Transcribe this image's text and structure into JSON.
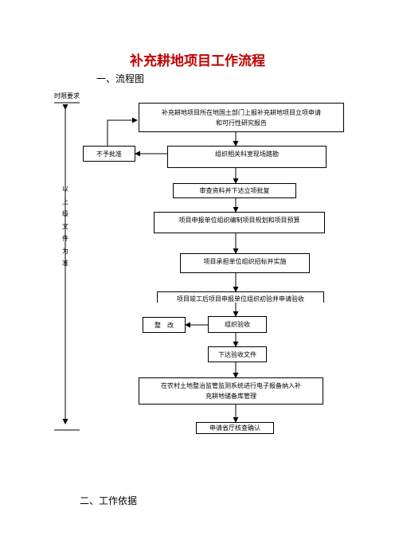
{
  "title": "补充耕地项目工作流程",
  "section1": "一、流程图",
  "section2": "二、工作依据",
  "time_label": "时限要求",
  "time_side_chars": [
    "以",
    "上",
    "级",
    "文",
    "件",
    "为",
    "准"
  ],
  "steps": {
    "s1_line1": "补充耕地项目所在地国土部门上报补充耕地项目立项申请",
    "s1_line2": "和可行性研究报告",
    "s2": "组织相关科室现场踏勘",
    "s3": "审查资料并下达立项批复",
    "s4": "项目申报单位组织编制项目规划和项目预算",
    "s5": "项目承担单位组织招标并实施",
    "s6": "项目竣工后项目申报单位组织初验并申请验收",
    "s7": "组织验收",
    "s8": "下达验收文件",
    "s9_line1": "在农村土地整治监管监测系统进行电子报备纳入补",
    "s9_line2": "充耕地储备库管理",
    "s10": "申请省厅核查确认"
  },
  "side_boxes": {
    "reject": "不予批准",
    "rectify": "整　改"
  }
}
